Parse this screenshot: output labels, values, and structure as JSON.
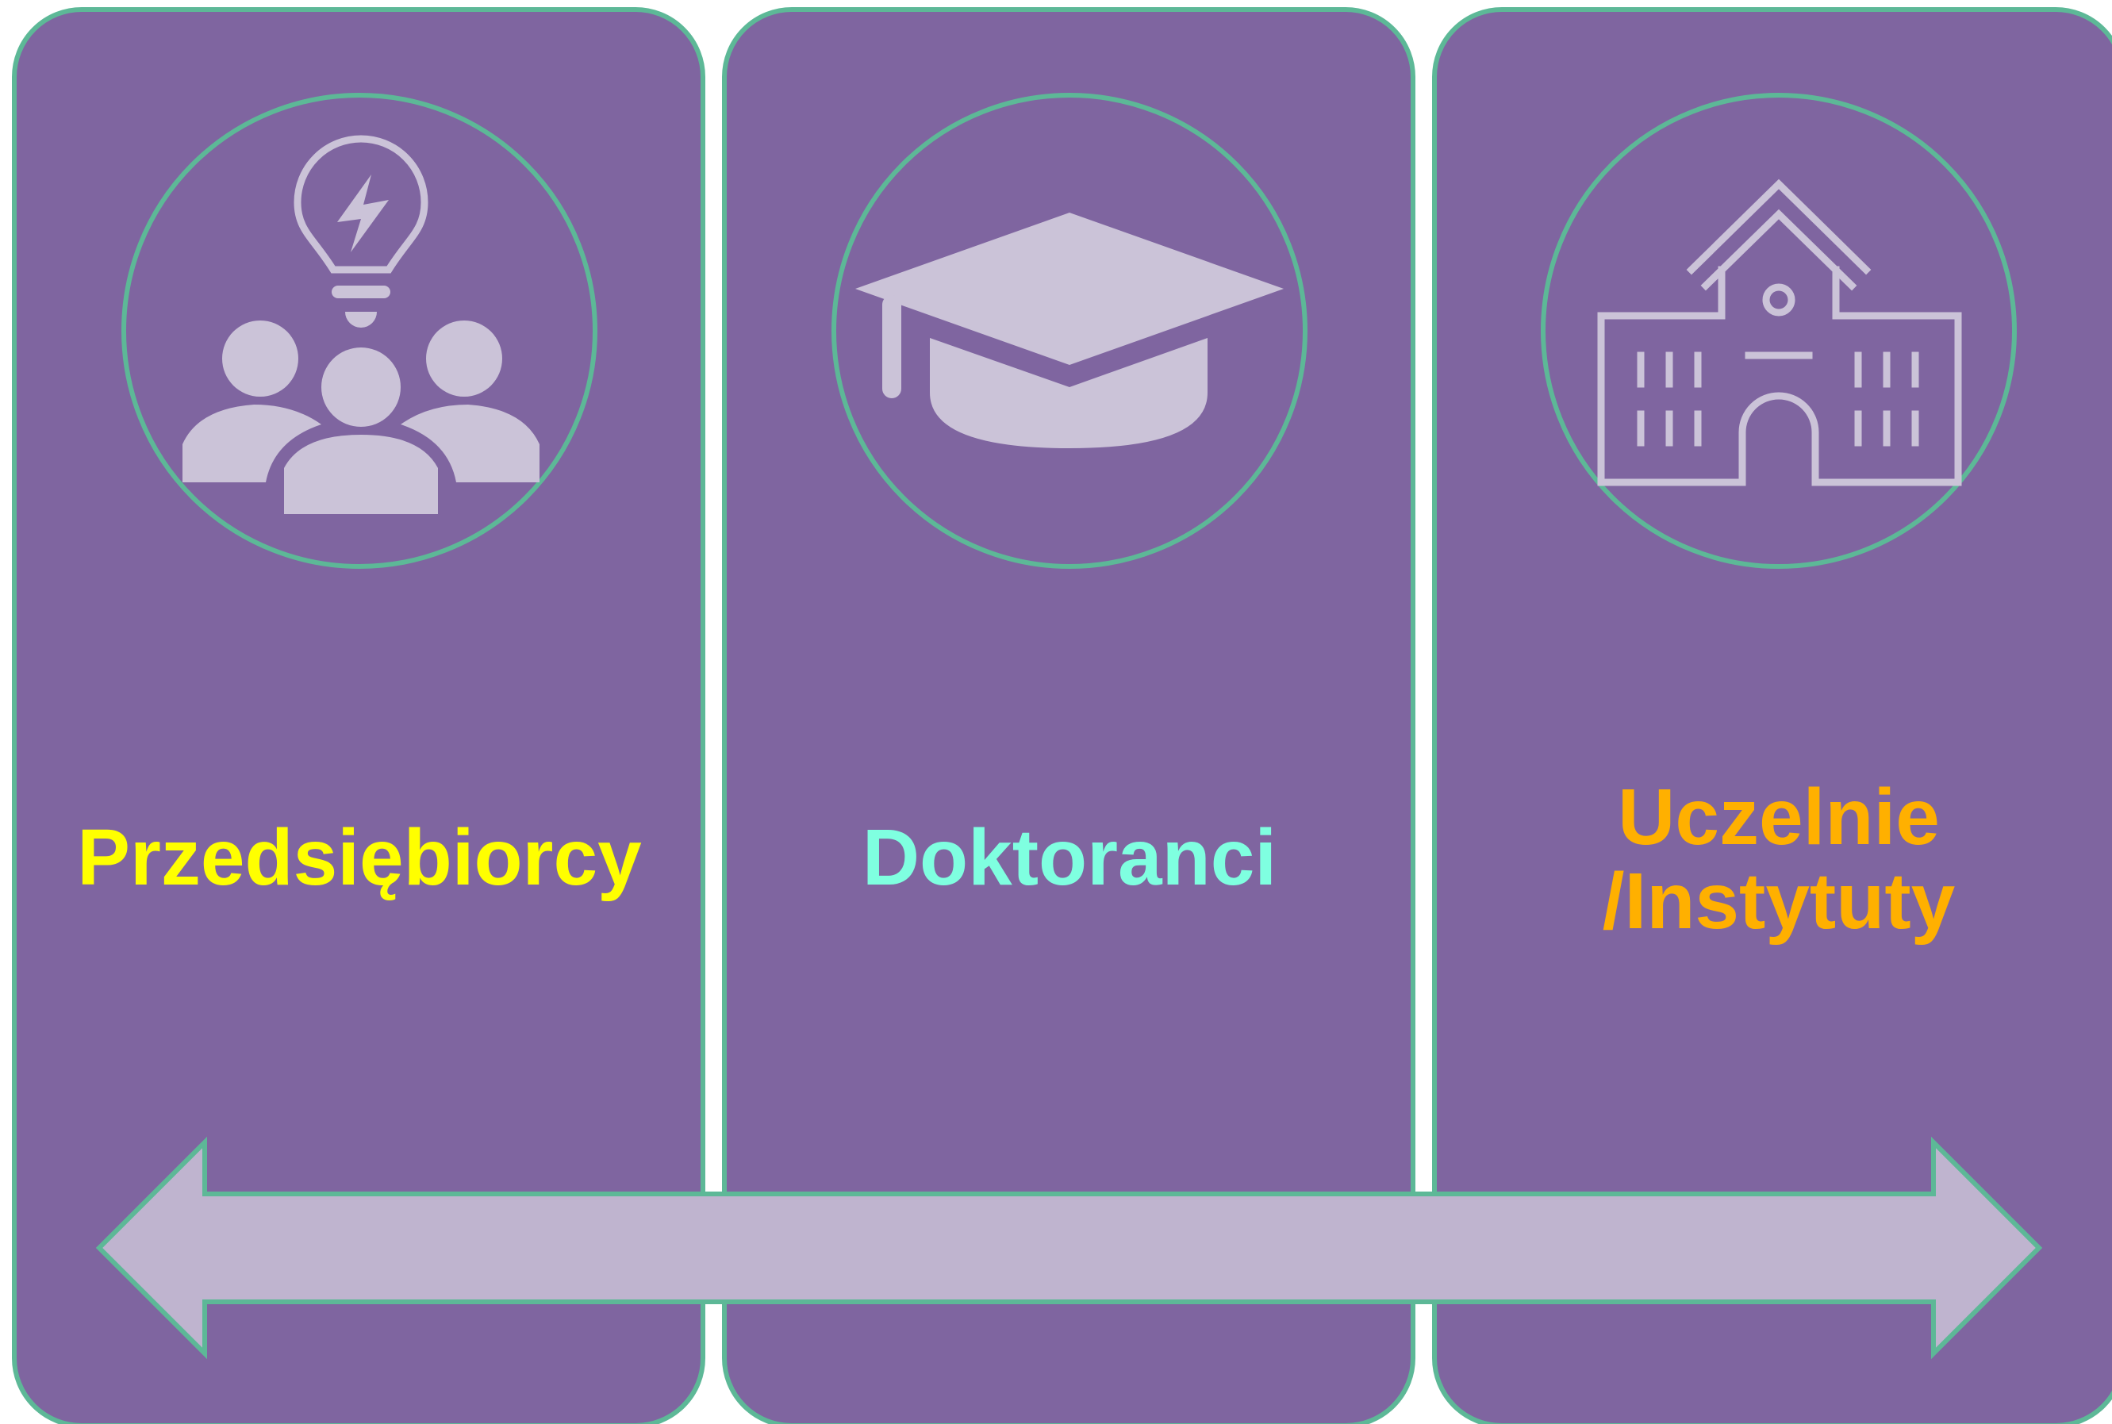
{
  "colors": {
    "panel_fill": "#7F65A0",
    "outline": "#5DB897",
    "icon": "#CBC3D8",
    "arrow_fill": "#BFB4CF"
  },
  "panels": [
    {
      "id": "przedsiebiorcy",
      "icon": "lightbulb-people-icon",
      "label_lines": [
        "Przedsiębiorcy"
      ],
      "label_color": "#FFFF00"
    },
    {
      "id": "doktoranci",
      "icon": "graduation-cap-icon",
      "label_lines": [
        "Doktoranci"
      ],
      "label_color": "#7FFFE0"
    },
    {
      "id": "uczelnie",
      "icon": "university-building-icon",
      "label_lines": [
        "Uczelnie",
        "/Instytuty"
      ],
      "label_color": "#FFB000"
    }
  ],
  "connector": {
    "type": "double-headed-arrow"
  }
}
